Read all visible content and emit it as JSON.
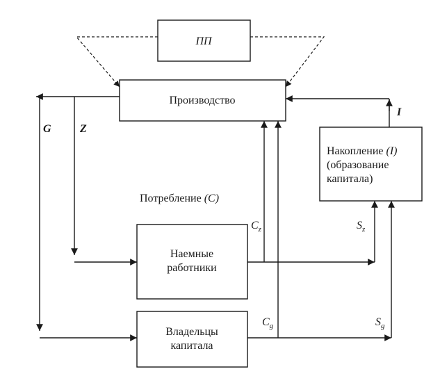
{
  "boxes": {
    "pp": "ПП",
    "production": "Производство",
    "accumulation": {
      "line1": "Накопление ",
      "line1_italic": "(I)",
      "line2": "(образование",
      "line3": "капитала)"
    },
    "workers": {
      "line1": "Наемные",
      "line2": "работники"
    },
    "owners": {
      "line1": "Владельцы",
      "line2": "капитала"
    }
  },
  "labels": {
    "consumption": "Потребление ",
    "consumption_italic": "(C)",
    "g": "G",
    "z": "Z",
    "i": "I",
    "cz_main": "C",
    "cz_sub": "z",
    "cg_main": "C",
    "cg_sub": "g",
    "sz_main": "S",
    "sz_sub": "z",
    "sg_main": "S",
    "sg_sub": "g"
  }
}
